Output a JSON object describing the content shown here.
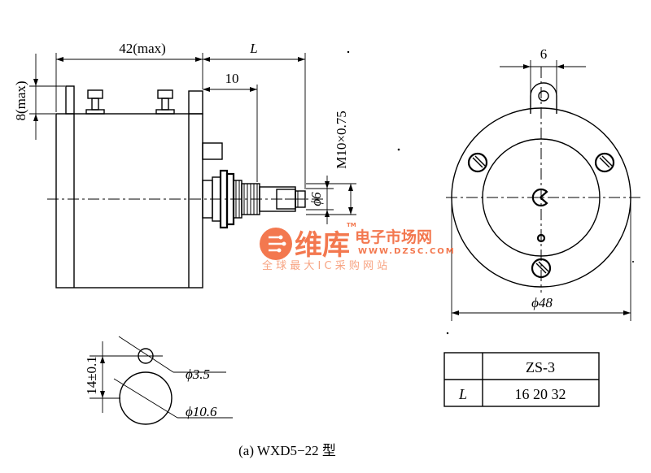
{
  "caption": "(a) WXD5−22 型",
  "side_view": {
    "dim_width": "42(max)",
    "dim_shaft_len": "L",
    "dim_flat": "10",
    "dim_bracket": "8(max)",
    "dim_thread": "M10×0.75",
    "dim_shaft_dia": "ϕ6"
  },
  "front_view": {
    "dim_tab": "6",
    "dim_dia": "ϕ48"
  },
  "hole_view": {
    "dim_spacing": "14±0.1",
    "dim_small_hole": "ϕ3.5",
    "dim_large_hole": "ϕ10.6"
  },
  "table": {
    "header": "ZS-3",
    "row_label": "L",
    "row_values": "16  20  32"
  },
  "watermark": {
    "brand": "维库",
    "name": "电子市场网",
    "url": "WWW.DZSC.COM",
    "slogan": "全 球 最 大 I C 采 购 网 站",
    "tm": "TM"
  },
  "colors": {
    "watermark": "#f26a3d",
    "ink": "#000000"
  }
}
